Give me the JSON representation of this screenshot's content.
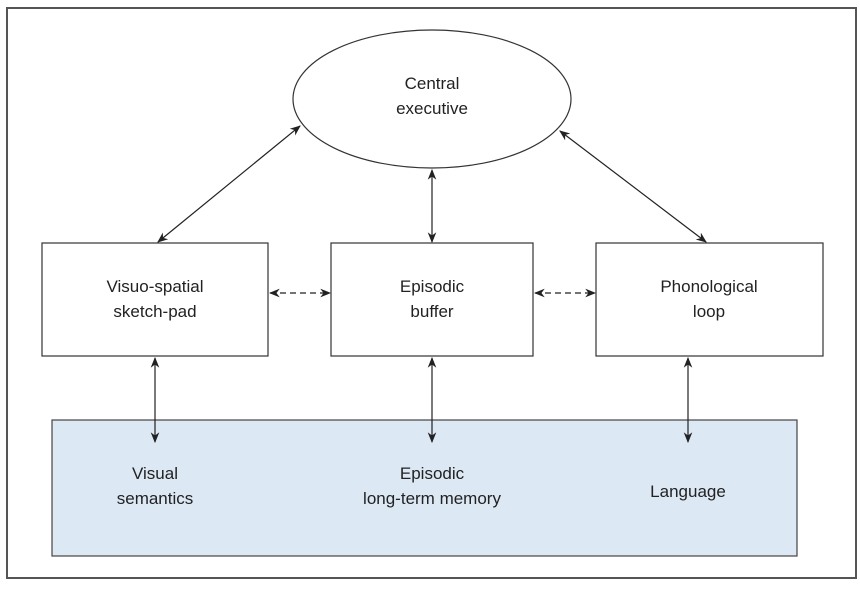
{
  "central_executive": {
    "line1": "Central",
    "line2": "executive"
  },
  "slave_systems": [
    {
      "line1": "Visuo-spatial",
      "line2": "sketch-pad"
    },
    {
      "line1": "Episodic",
      "line2": "buffer"
    },
    {
      "line1": "Phonological",
      "line2": "loop"
    }
  ],
  "long_term_systems": {
    "colors": {
      "fill": "#dde8f5"
    },
    "items": [
      {
        "line1": "Visual",
        "line2": "semantics"
      },
      {
        "line1": "Episodic",
        "line2": "long-term memory"
      },
      {
        "line1": "Language",
        "line2": ""
      }
    ]
  }
}
